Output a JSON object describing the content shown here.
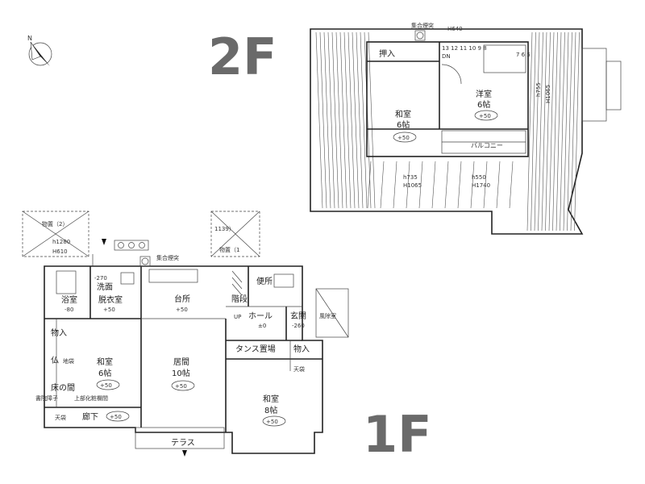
{
  "floors": {
    "second": "2F",
    "first": "1F"
  },
  "compass": {
    "north": "N"
  },
  "second_floor": {
    "chimney": "集合煙突",
    "h640": "H640",
    "closet": "押入",
    "stair_numbers": "13 12 11 10 9 8",
    "stair_dn": "DN",
    "stair_small": "7 6 5",
    "western_room": {
      "name": "洋室",
      "size": "6帖",
      "level": "+50"
    },
    "japanese_room": {
      "name": "和室",
      "size": "6帖",
      "level": "+50"
    },
    "balcony": "バルコニー",
    "h755_right": "h755",
    "h1065_right": "H1065",
    "h735": "h735",
    "h1065_bottom": "H1065",
    "h550": "h550",
    "h1740": "H1740"
  },
  "first_floor": {
    "shed2": "物置（2）",
    "h1280": "h1280",
    "h610": "H610",
    "shed1_dim": "1139）",
    "shed1": "物置（1",
    "chimney": "集合煙突",
    "wash": "洗面",
    "wash_level": "-270",
    "bath": {
      "name": "浴室",
      "level": "-80"
    },
    "dressing": {
      "name": "脱衣室",
      "level": "+50"
    },
    "kitchen": {
      "name": "台所",
      "level": "+50"
    },
    "stairs": "階段",
    "toilet": "便所",
    "hall": {
      "name": "ホール",
      "level": "±0",
      "up": "UP"
    },
    "entrance": {
      "name": "玄関",
      "level": "-260"
    },
    "wind_room": "風除室",
    "closet_left": "物入",
    "buddha": "仏",
    "buddha_sub": "地袋",
    "alcove": "床の間",
    "alcove_shelf": "書院障子",
    "upper_shelf": "上部化粧欄間",
    "japanese6": {
      "name": "和室",
      "size": "6帖",
      "level": "+50"
    },
    "living": {
      "name": "居間",
      "size": "10帖",
      "level": "+50"
    },
    "tansu": "タンス置場",
    "closet_right": "物入",
    "tenbukuro_right": "天袋",
    "japanese8": {
      "name": "和室",
      "size": "8帖",
      "level": "+50"
    },
    "tenbukuro_left": "天袋",
    "corridor": {
      "name": "廊下",
      "level": "+50"
    },
    "terrace": "テラス"
  }
}
